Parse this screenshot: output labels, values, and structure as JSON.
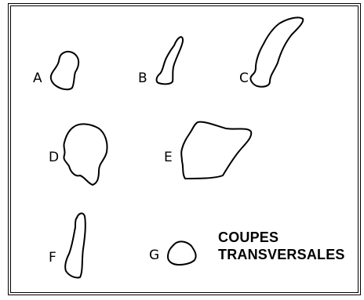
{
  "shapes": [
    {
      "id": "A",
      "label": "A"
    },
    {
      "id": "B",
      "label": "B"
    },
    {
      "id": "C",
      "label": "C"
    },
    {
      "id": "D",
      "label": "D"
    },
    {
      "id": "E",
      "label": "E"
    },
    {
      "id": "F",
      "label": "F"
    },
    {
      "id": "G",
      "label": "G"
    }
  ],
  "caption": {
    "line1": "COUPES",
    "line2": "TRANSVERSALES"
  }
}
